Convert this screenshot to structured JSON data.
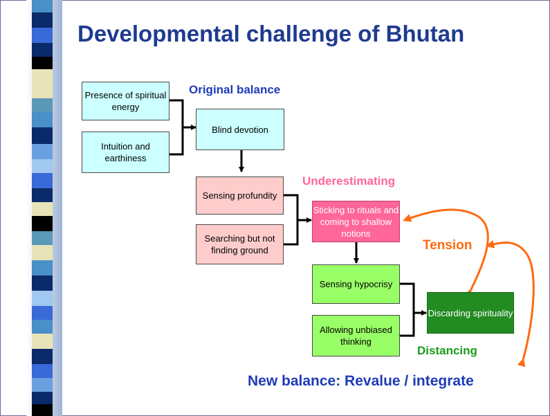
{
  "title": "Developmental challenge of Bhutan",
  "boxes": {
    "presence": "Presence of spiritual energy",
    "intuition": "Intuition and earthiness",
    "blind": "Blind devotion",
    "profundity": "Sensing profundity",
    "searching": "Searching but not finding ground",
    "sticking": "Sticking to rituals and coming to shallow notions",
    "hypocrisy": "Sensing hypocrisy",
    "unbiased": "Allowing unbiased thinking",
    "discarding": "Discarding spirituality"
  },
  "labels": {
    "original": "Original balance",
    "underestimating": "Underestimating",
    "tension": "Tension",
    "distancing": "Distancing",
    "new_balance": "New balance: Revalue / integrate"
  },
  "colors": {
    "title": "#1f3b8f",
    "original": "#1f3bb8",
    "underestimating": "#ff6699",
    "tension": "#ff6a10",
    "distancing": "#1a9a1a",
    "new_balance": "#1f3bb8"
  }
}
